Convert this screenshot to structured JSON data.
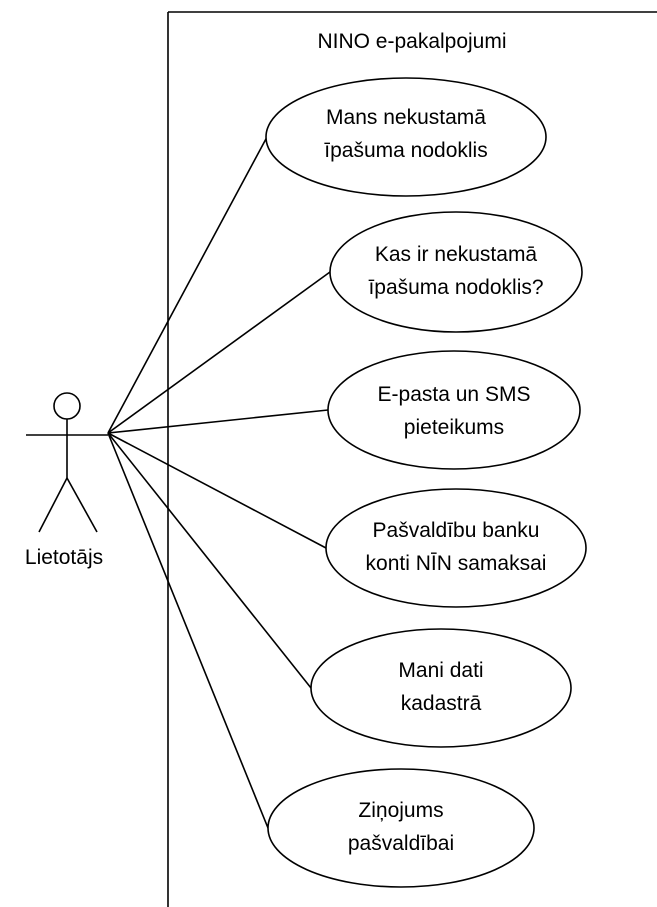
{
  "diagram": {
    "type": "use-case",
    "system": {
      "title": "NINO e-pakalpojumi"
    },
    "actor": {
      "label": "Lietotājs"
    },
    "use_cases": [
      {
        "id": "uc1",
        "lines": [
          "Mans nekustamā",
          "īpašuma nodoklis"
        ]
      },
      {
        "id": "uc2",
        "lines": [
          "Kas ir nekustamā",
          "īpašuma nodoklis?"
        ]
      },
      {
        "id": "uc3",
        "lines": [
          "E-pasta un SMS",
          "pieteikums"
        ]
      },
      {
        "id": "uc4",
        "lines": [
          "Pašvaldību banku",
          "konti NĪN samaksai"
        ]
      },
      {
        "id": "uc5",
        "lines": [
          "Mani dati",
          "kadastrā"
        ]
      },
      {
        "id": "uc6",
        "lines": [
          "Ziņojums",
          "pašvaldībai"
        ]
      }
    ],
    "colors": {
      "line": "#000000",
      "background": "#ffffff"
    }
  }
}
